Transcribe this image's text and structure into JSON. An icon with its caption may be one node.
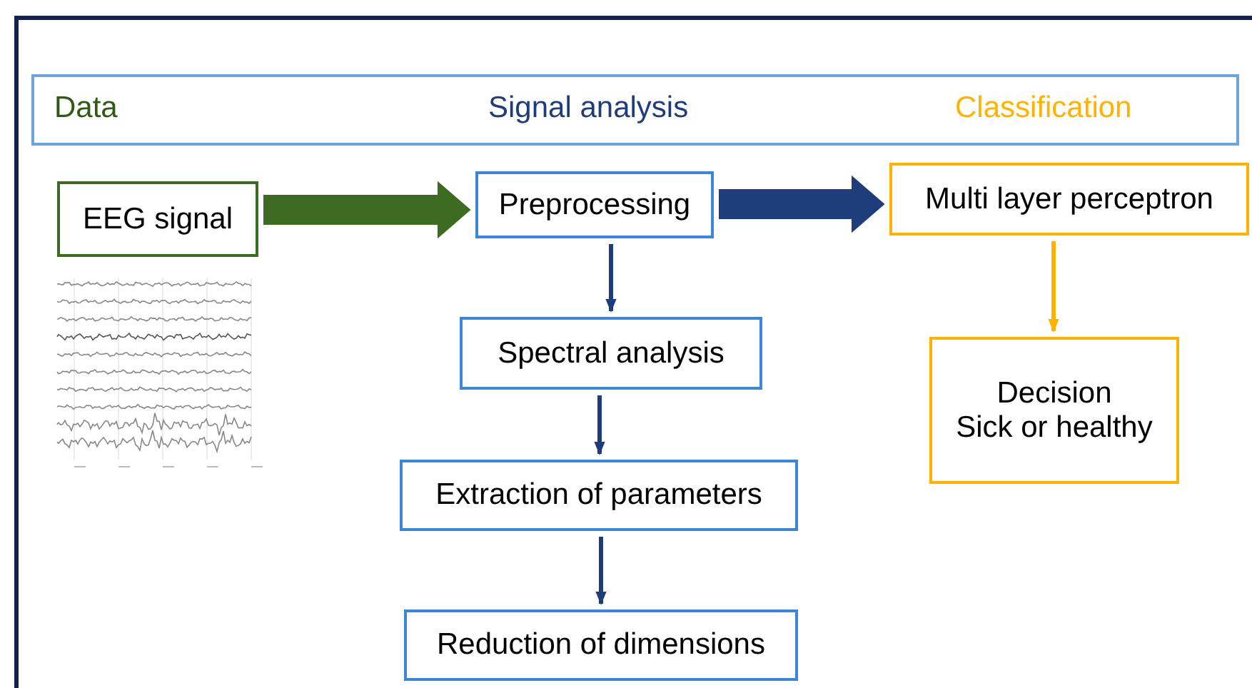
{
  "diagram": {
    "nodes": [
      {
        "text": [
          "Data",
          "Signal analysis",
          "Classification"
        ]
      },
      {
        "text": [
          "EEG signal"
        ]
      },
      {
        "text": [
          "Preprocessing"
        ]
      },
      {
        "text": [
          "Multi layer perceptron"
        ]
      },
      {
        "text": [
          "Spectral analysis"
        ]
      },
      {
        "text": [
          "Extraction of parameters"
        ]
      },
      {
        "text": [
          "Reduction of dimensions"
        ]
      },
      {
        "text": [
          "Decision",
          "Sick or healthy"
        ]
      }
    ],
    "edges": [
      {
        "from": 1,
        "to": 2,
        "arrow": "to",
        "style": "thick",
        "color": "#3d6b22"
      },
      {
        "from": 2,
        "to": 3,
        "arrow": "to",
        "style": "thick"
      },
      {
        "from": 2,
        "to": 4,
        "arrow": "to"
      },
      {
        "from": 4,
        "to": 5,
        "arrow": "to"
      },
      {
        "from": 5,
        "to": 6,
        "arrow": "to"
      },
      {
        "from": 3,
        "to": 7,
        "arrow": "to",
        "color": "#ffb300"
      }
    ]
  }
}
